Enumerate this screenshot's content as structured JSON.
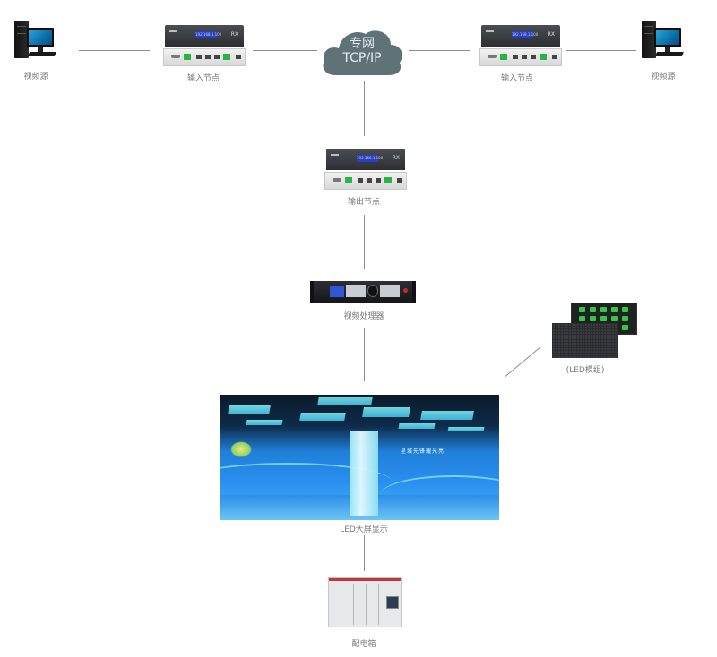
{
  "diagram": {
    "title": "LED大屏显示系统拓扑",
    "network": {
      "line1": "专网",
      "line2": "TCP/IP"
    },
    "nodes": {
      "source_left": {
        "label": "视频源",
        "icon": "desktop-pc-icon"
      },
      "input_left": {
        "label": "输入节点",
        "icon": "encoder-device-icon",
        "lcd": "192.168.1.100",
        "badge": "RX"
      },
      "input_right": {
        "label": "输入节点",
        "icon": "encoder-device-icon",
        "lcd": "192.168.1.100",
        "badge": "RX"
      },
      "source_right": {
        "label": "视频源",
        "icon": "desktop-pc-icon"
      },
      "output": {
        "label": "输出节点",
        "icon": "decoder-device-icon",
        "lcd": "192.168.1.100",
        "badge": "RX"
      },
      "processor": {
        "label": "视频处理器",
        "icon": "video-processor-icon"
      },
      "led_module": {
        "label": "(LED模组)",
        "icon": "led-module-icon"
      },
      "led_wall": {
        "label": "LED大屏显示",
        "icon": "led-wall-photo",
        "screen_text": "星城先锋耀光亮"
      },
      "cabinet": {
        "label": "配电箱",
        "icon": "distribution-cabinet-icon"
      }
    },
    "colors": {
      "line": "#8c8c8c",
      "cloud": "#5f7377",
      "label": "#7a7a7a"
    }
  }
}
